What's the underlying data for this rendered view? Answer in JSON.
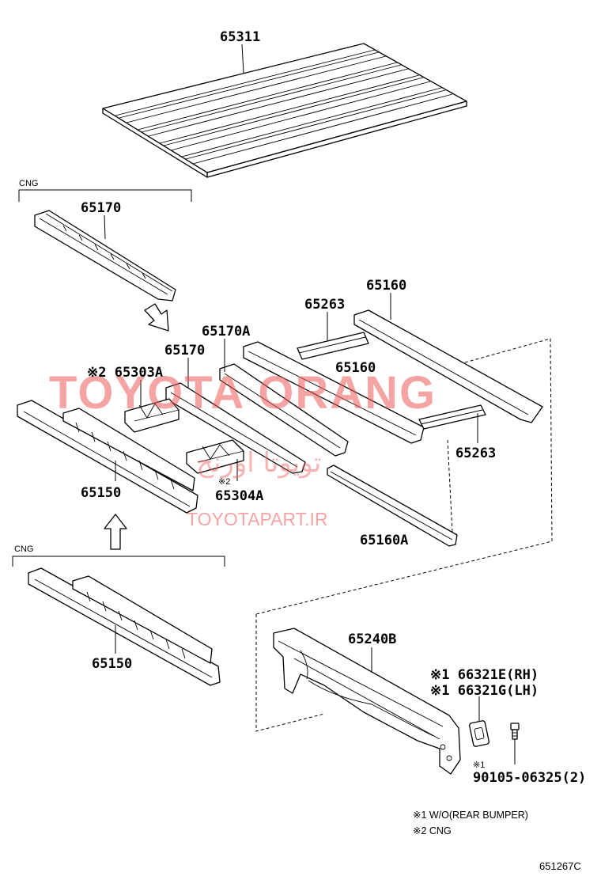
{
  "labels": {
    "p65311": "65311",
    "cng_top": "CNG",
    "p65170_cng": "65170",
    "p65160_top": "65160",
    "p65263_top": "65263",
    "p65170a": "65170A",
    "p65170": "65170",
    "p65160_mid": "65160",
    "p65303a": "※2 65303A",
    "p65263_right": "65263",
    "p65150": "65150",
    "p65304a_mark": "※2",
    "p65304a": "65304A",
    "p65160a": "65160A",
    "cng_bottom": "CNG",
    "p65150_cng": "65150",
    "p65240b": "65240B",
    "p66321e": "※1 66321E(RH)",
    "p66321g": "※1 66321G(LH)",
    "bolt_mark": "※1",
    "p90105": "90105-06325(2)"
  },
  "notes": {
    "note1": "※1 W/O(REAR BUMPER)",
    "note2": "※2 CNG"
  },
  "diagram_code": "651267C",
  "watermark": {
    "brand": "TOYOTA ORANG",
    "farsi": "تویوتا اورنج",
    "site": "TOYOTAPART.IR"
  }
}
